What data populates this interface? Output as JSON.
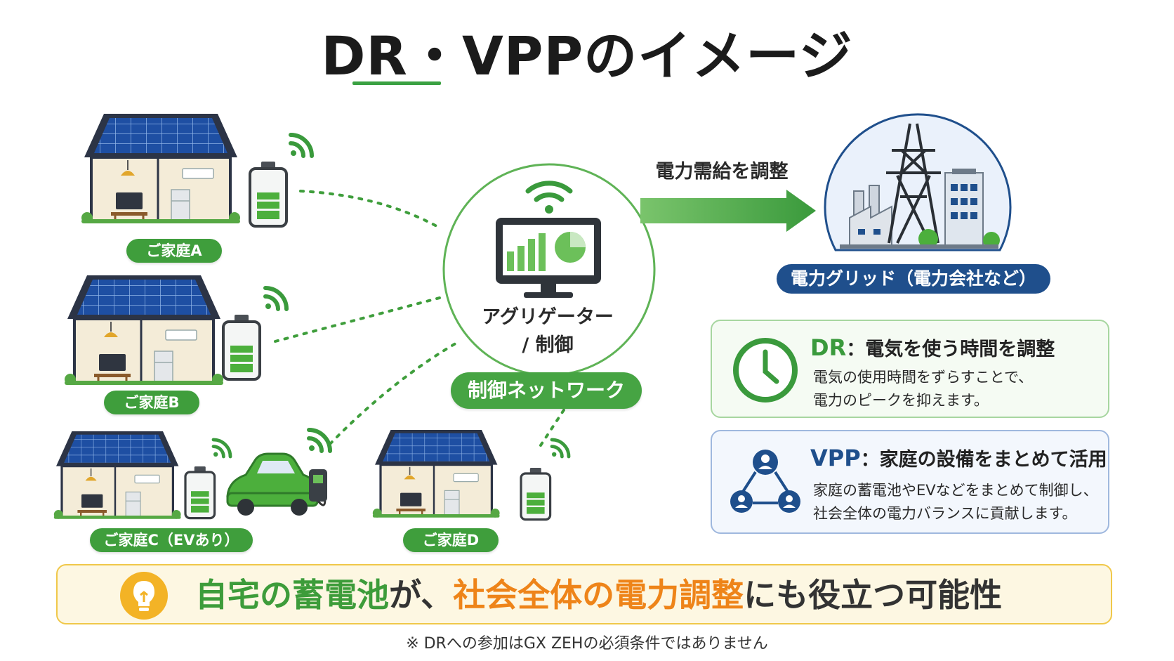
{
  "title": "DR・VPPのイメージ",
  "households": [
    {
      "label": "ご家庭A"
    },
    {
      "label": "ご家庭B"
    },
    {
      "label": "ご家庭C（EVあり）"
    },
    {
      "label": "ご家庭D"
    }
  ],
  "aggregator": {
    "label_line1": "アグリゲーター",
    "label_line2": "/ 制御",
    "network": "制御ネットワーク"
  },
  "arrow_label": "電力需給を調整",
  "grid": {
    "label": "電力グリッド（電力会社など）"
  },
  "dr_card": {
    "code": "DR",
    "heading": "：電気を使う時間を調整",
    "line1": "電気の使用時間をずらすことで、",
    "line2": "電力のピークを抑えます。"
  },
  "vpp_card": {
    "code": "VPP",
    "heading": "：家庭の設備をまとめて活用",
    "line1": "家庭の蓄電池やEVなどをまとめて制御し、",
    "line2": "社会全体の電力バランスに貢献します。"
  },
  "banner": {
    "part1": "自宅の蓄電池",
    "part2": "が、",
    "part3": "社会全体の電力調整",
    "part4": "にも役立つ可能性"
  },
  "footnote": "※ DRへの参加はGX ZEHの必須条件ではありません",
  "colors": {
    "green": "#3f9e3c",
    "navy": "#1f4f8c",
    "orange": "#ee8419",
    "yellow_border": "#f0c84a"
  },
  "icons": {
    "dr": "clock-icon",
    "vpp": "people-network-icon",
    "banner": "lightbulb-icon",
    "hub": "monitor-chart-icon",
    "signal": "wifi-icon"
  }
}
